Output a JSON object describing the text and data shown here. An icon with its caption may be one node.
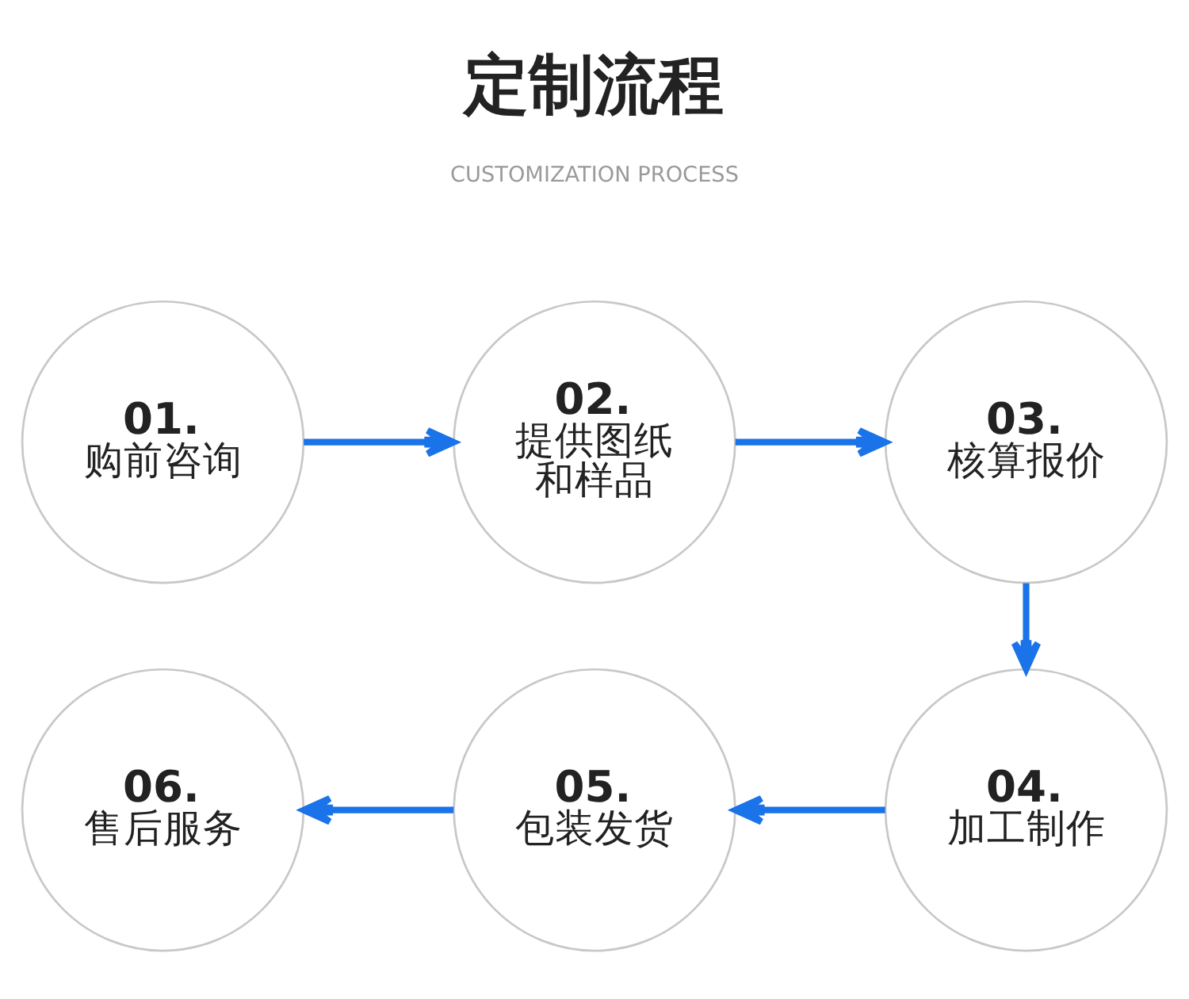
{
  "diagram": {
    "title": "定制流程",
    "nodes": [
      {
        "text": [
          "01.",
          "购前咨询"
        ]
      },
      {
        "text": [
          "02.",
          "提供图纸和样品"
        ]
      },
      {
        "text": [
          "03.",
          "核算报价"
        ]
      },
      {
        "text": [
          "04.",
          "加工制作"
        ]
      },
      {
        "text": [
          "05.",
          "包装发货"
        ]
      },
      {
        "text": [
          "06.",
          "售后服务"
        ]
      }
    ],
    "edges": [
      {
        "from": 0,
        "to": 1,
        "arrow": "to"
      },
      {
        "from": 1,
        "to": 2,
        "arrow": "to"
      },
      {
        "from": 2,
        "to": 3,
        "arrow": "to"
      },
      {
        "from": 3,
        "to": 4,
        "arrow": "to"
      },
      {
        "from": 4,
        "to": 5,
        "arrow": "to"
      }
    ],
    "labels": [
      "CUSTOMIZATION PROCESS"
    ]
  }
}
